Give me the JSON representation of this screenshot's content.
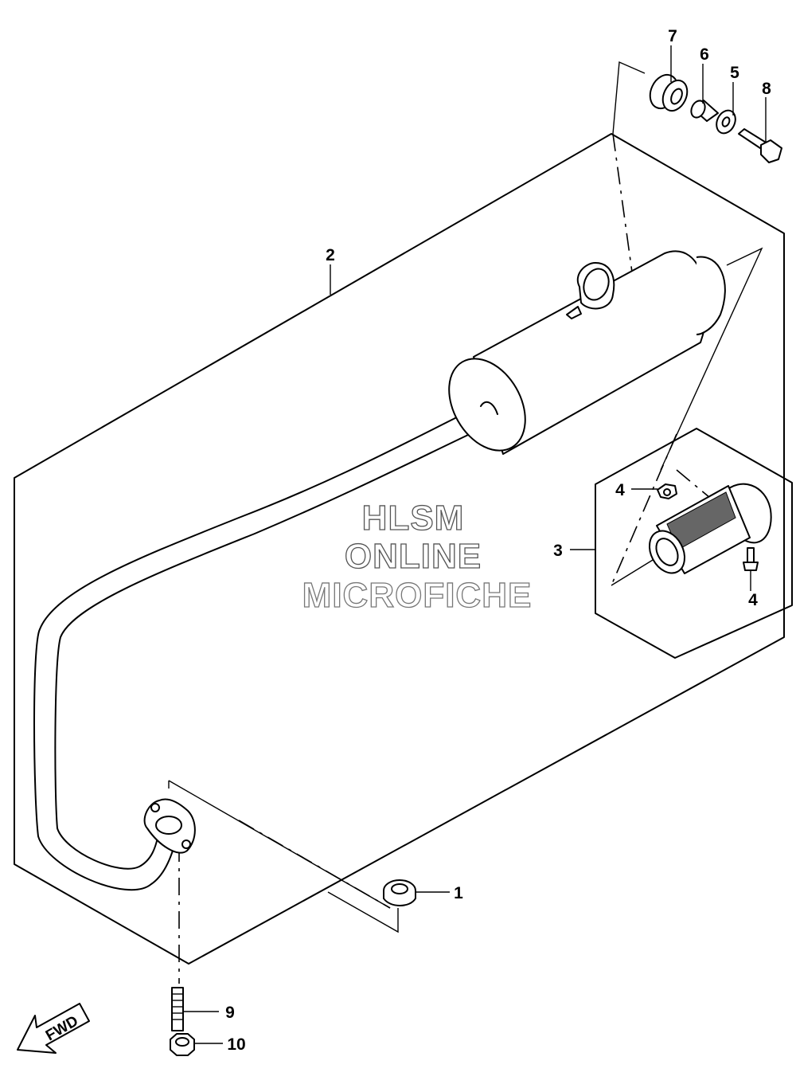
{
  "watermark": {
    "line1": "HLSM",
    "line2": "ONLINE",
    "line3": "MICROFICHE"
  },
  "fwd_label": "FWD",
  "callouts": {
    "c1": "1",
    "c2": "2",
    "c3": "3",
    "c4a": "4",
    "c4b": "4",
    "c5": "5",
    "c6": "6",
    "c7": "7",
    "c8": "8",
    "c9": "9",
    "c10": "10"
  },
  "colors": {
    "line": "#000000",
    "background": "#ffffff",
    "watermark_outline": "#555555"
  }
}
